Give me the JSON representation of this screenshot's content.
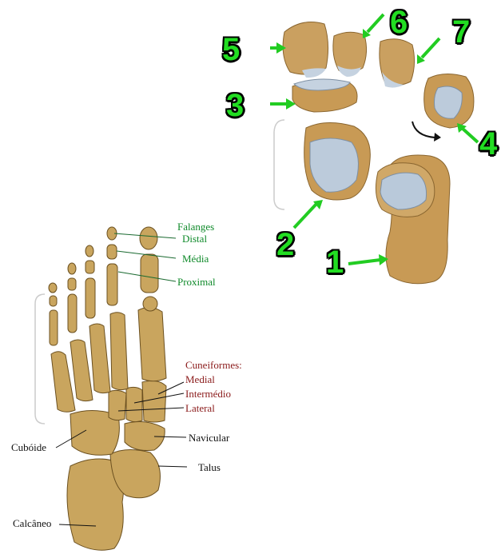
{
  "tarsal_figure": {
    "numbers": [
      "1",
      "2",
      "3",
      "4",
      "5",
      "6",
      "7"
    ],
    "colors": {
      "number_fill": "#22dd22",
      "arrow": "#22cc22",
      "bone": "#c8a060",
      "cartilage": "#b8c8d8"
    }
  },
  "foot_figure": {
    "labels": {
      "falanges": "Falanges",
      "distal": "Distal",
      "media": "Média",
      "proximal": "Proximal",
      "cuneiformes": "Cuneiformes:",
      "medial": "Medial",
      "intermedio": "Intermédio",
      "lateral": "Lateral",
      "navicular": "Navicular",
      "talus": "Talus",
      "cuboide": "Cubóide",
      "calcaneo": "Calcâneo"
    },
    "colors": {
      "green_labels": "#0f8a2a",
      "red_labels": "#8a1a1a",
      "bone": "#c9a55e"
    }
  }
}
